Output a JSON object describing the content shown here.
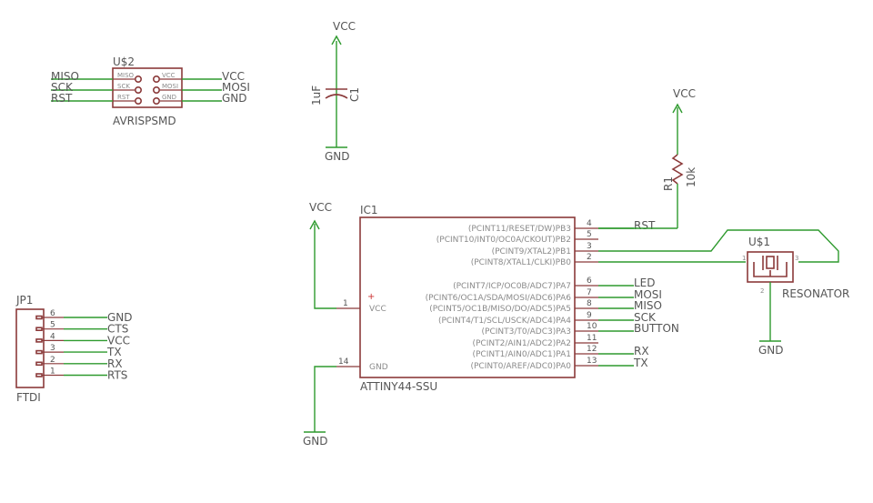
{
  "power": {
    "vcc": "VCC",
    "gnd": "GND"
  },
  "isp": {
    "ref": "U$2",
    "value": "AVRISPSMD",
    "left_nets": [
      "MISO",
      "SCK",
      "RST"
    ],
    "right_nets": [
      "VCC",
      "MOSI",
      "GND"
    ],
    "pins_left": [
      "MISO",
      "SCK",
      "RST"
    ],
    "pins_right": [
      "VCC",
      "MOSI",
      "GND"
    ]
  },
  "cap": {
    "ref": "C1",
    "value": "1uF"
  },
  "res": {
    "ref": "R1",
    "value": "10k"
  },
  "ic": {
    "ref": "IC1",
    "value": "ATTINY44-SSU",
    "plus": "+",
    "vcc_pin": {
      "name": "VCC",
      "num": "1"
    },
    "gnd_pin": {
      "name": "GND",
      "num": "14"
    },
    "right_pins": [
      {
        "name": "(PCINT11/RESET/DW)PB3",
        "num": "4",
        "net": "RST"
      },
      {
        "name": "(PCINT10/INT0/OC0A/CKOUT)PB2",
        "num": "5",
        "net": ""
      },
      {
        "name": "(PCINT9/XTAL2)PB1",
        "num": "3",
        "net": ""
      },
      {
        "name": "(PCINT8/XTAL1/CLKI)PB0",
        "num": "2",
        "net": ""
      },
      {
        "name": "(PCINT7/ICP/OC0B/ADC7)PA7",
        "num": "6",
        "net": "LED"
      },
      {
        "name": "(PCINT6/OC1A/SDA/MOSI/ADC6)PA6",
        "num": "7",
        "net": "MOSI"
      },
      {
        "name": "(PCINT5/OC1B/MISO/DO/ADC5)PA5",
        "num": "8",
        "net": "MISO"
      },
      {
        "name": "(PCINT4/T1/SCL/USCK/ADC4)PA4",
        "num": "9",
        "net": "SCK"
      },
      {
        "name": "(PCINT3/T0/ADC3)PA3",
        "num": "10",
        "net": "BUTTON"
      },
      {
        "name": "(PCINT2/AIN1/ADC2)PA2",
        "num": "11",
        "net": ""
      },
      {
        "name": "(PCINT1/AIN0/ADC1)PA1",
        "num": "12",
        "net": "RX"
      },
      {
        "name": "(PCINT0/AREF/ADC0)PA0",
        "num": "13",
        "net": "TX"
      }
    ]
  },
  "resonator": {
    "ref": "U$1",
    "value": "RESONATOR",
    "pins": [
      "1",
      "2",
      "3"
    ]
  },
  "ftdi": {
    "ref": "JP1",
    "value": "FTDI",
    "pins": [
      {
        "num": "6",
        "net": "GND"
      },
      {
        "num": "5",
        "net": "CTS"
      },
      {
        "num": "4",
        "net": "VCC"
      },
      {
        "num": "3",
        "net": "TX"
      },
      {
        "num": "2",
        "net": "RX"
      },
      {
        "num": "1",
        "net": "RTS"
      }
    ]
  }
}
